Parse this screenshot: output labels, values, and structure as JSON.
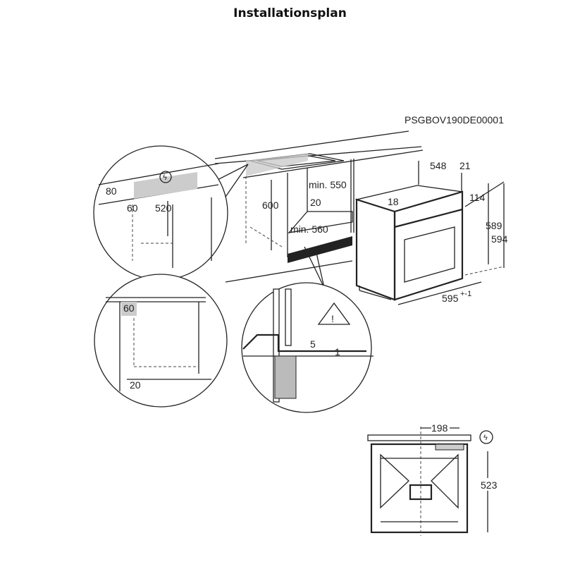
{
  "title": "Installationsplan",
  "diagram": {
    "code": "PSGBOV190DE00001",
    "detail_top_left": {
      "dims": [
        "80",
        "60",
        "520"
      ],
      "icon": "electrical-connection-icon"
    },
    "cabinet": {
      "dims": [
        "600",
        "min. 550",
        "20",
        "min. 560"
      ]
    },
    "oven": {
      "dims": [
        "548",
        "21",
        "18",
        "114",
        "589",
        "594",
        "595",
        "+-1"
      ]
    },
    "detail_bottom_left": {
      "dims": [
        "60",
        "20"
      ]
    },
    "detail_bottom_mid": {
      "dims": [
        "5",
        "1"
      ],
      "icon": "warning-icon"
    },
    "rear_view": {
      "dims": [
        "198",
        "523"
      ],
      "icon": "electrical-connection-icon"
    }
  }
}
